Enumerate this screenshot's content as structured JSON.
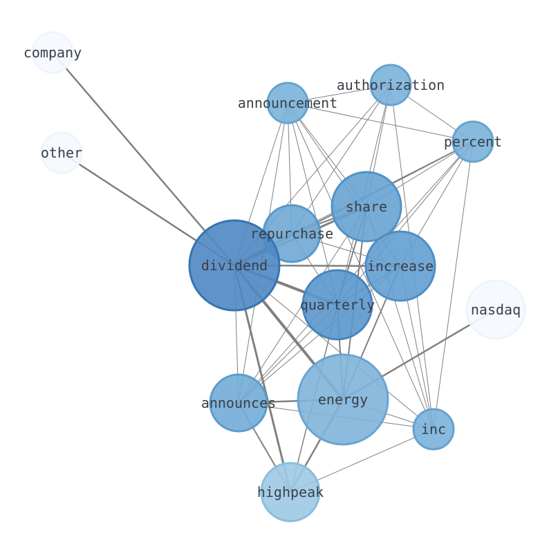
{
  "nodes": [
    {
      "id": "company",
      "label": "company",
      "fill": "#f5f9ff",
      "stroke": "#eef4fc"
    },
    {
      "id": "other",
      "label": "other",
      "fill": "#f5f9ff",
      "stroke": "#eef4fc"
    },
    {
      "id": "nasdaq",
      "label": "nasdaq",
      "fill": "#f5f9ff",
      "stroke": "#eef4fc"
    },
    {
      "id": "highpeak",
      "label": "highpeak",
      "fill": "#9dc9e4",
      "stroke": "#8bbedc"
    },
    {
      "id": "energy",
      "label": "energy",
      "fill": "#7fb4da",
      "stroke": "#6aa5d1"
    },
    {
      "id": "announces",
      "label": "announces",
      "fill": "#72acd7",
      "stroke": "#5b9ccc"
    },
    {
      "id": "inc",
      "label": "inc",
      "fill": "#7ab2da",
      "stroke": "#64a2cf"
    },
    {
      "id": "authorization",
      "label": "authorization",
      "fill": "#7bb3da",
      "stroke": "#65a3cf"
    },
    {
      "id": "announcement",
      "label": "announcement",
      "fill": "#7bb3da",
      "stroke": "#65a3cf"
    },
    {
      "id": "percent",
      "label": "percent",
      "fill": "#7bb3da",
      "stroke": "#65a3cf"
    },
    {
      "id": "repurchase",
      "label": "repurchase",
      "fill": "#6fa9d5",
      "stroke": "#5898ca"
    },
    {
      "id": "share",
      "label": "share",
      "fill": "#68a3d2",
      "stroke": "#5192c6"
    },
    {
      "id": "increase",
      "label": "increase",
      "fill": "#639fd0",
      "stroke": "#4d8ec4"
    },
    {
      "id": "quarterly",
      "label": "quarterly",
      "fill": "#5b97cc",
      "stroke": "#4585be"
    },
    {
      "id": "dividend",
      "label": "dividend",
      "fill": "#4f88c3",
      "stroke": "#3674b3"
    }
  ],
  "edges": [
    {
      "source": "dividend",
      "target": "company",
      "weight": 2.5
    },
    {
      "source": "dividend",
      "target": "other",
      "weight": 2.5
    },
    {
      "source": "dividend",
      "target": "quarterly",
      "weight": 4
    },
    {
      "source": "dividend",
      "target": "energy",
      "weight": 4
    },
    {
      "source": "dividend",
      "target": "highpeak",
      "weight": 3
    },
    {
      "source": "dividend",
      "target": "increase",
      "weight": 2.5
    },
    {
      "source": "dividend",
      "target": "share",
      "weight": 3
    },
    {
      "source": "dividend",
      "target": "repurchase",
      "weight": 2
    },
    {
      "source": "dividend",
      "target": "percent",
      "weight": 2
    },
    {
      "source": "dividend",
      "target": "announces",
      "weight": 1
    },
    {
      "source": "dividend",
      "target": "announcement",
      "weight": 1
    },
    {
      "source": "dividend",
      "target": "authorization",
      "weight": 1
    },
    {
      "source": "dividend",
      "target": "inc",
      "weight": 1
    },
    {
      "source": "energy",
      "target": "nasdaq",
      "weight": 2.5
    },
    {
      "source": "energy",
      "target": "highpeak",
      "weight": 2.5
    },
    {
      "source": "energy",
      "target": "announces",
      "weight": 2.5
    },
    {
      "source": "energy",
      "target": "share",
      "weight": 2
    },
    {
      "source": "energy",
      "target": "increase",
      "weight": 2
    },
    {
      "source": "energy",
      "target": "quarterly",
      "weight": 2
    },
    {
      "source": "energy",
      "target": "inc",
      "weight": 1
    },
    {
      "source": "highpeak",
      "target": "announces",
      "weight": 2
    },
    {
      "source": "highpeak",
      "target": "inc",
      "weight": 1
    },
    {
      "source": "highpeak",
      "target": "quarterly",
      "weight": 1.5
    },
    {
      "source": "announces",
      "target": "inc",
      "weight": 1
    },
    {
      "source": "announces",
      "target": "increase",
      "weight": 1
    },
    {
      "source": "announces",
      "target": "share",
      "weight": 1
    },
    {
      "source": "announces",
      "target": "quarterly",
      "weight": 1
    },
    {
      "source": "announces",
      "target": "announcement",
      "weight": 1
    },
    {
      "source": "announces",
      "target": "percent",
      "weight": 1
    },
    {
      "source": "quarterly",
      "target": "share",
      "weight": 2
    },
    {
      "source": "quarterly",
      "target": "increase",
      "weight": 1.5
    },
    {
      "source": "quarterly",
      "target": "authorization",
      "weight": 1
    },
    {
      "source": "quarterly",
      "target": "announcement",
      "weight": 1
    },
    {
      "source": "quarterly",
      "target": "percent",
      "weight": 1
    },
    {
      "source": "quarterly",
      "target": "repurchase",
      "weight": 1
    },
    {
      "source": "share",
      "target": "repurchase",
      "weight": 2
    },
    {
      "source": "share",
      "target": "authorization",
      "weight": 1
    },
    {
      "source": "share",
      "target": "announcement",
      "weight": 1
    },
    {
      "source": "share",
      "target": "percent",
      "weight": 1
    },
    {
      "source": "share",
      "target": "inc",
      "weight": 1
    },
    {
      "source": "increase",
      "target": "repurchase",
      "weight": 1
    },
    {
      "source": "increase",
      "target": "percent",
      "weight": 1
    },
    {
      "source": "increase",
      "target": "inc",
      "weight": 1
    },
    {
      "source": "increase",
      "target": "announcement",
      "weight": 1
    },
    {
      "source": "repurchase",
      "target": "authorization",
      "weight": 1
    },
    {
      "source": "repurchase",
      "target": "announcement",
      "weight": 1
    },
    {
      "source": "repurchase",
      "target": "percent",
      "weight": 1
    },
    {
      "source": "announcement",
      "target": "authorization",
      "weight": 1
    },
    {
      "source": "announcement",
      "target": "percent",
      "weight": 1
    },
    {
      "source": "announcement",
      "target": "inc",
      "weight": 1
    },
    {
      "source": "authorization",
      "target": "percent",
      "weight": 1
    },
    {
      "source": "authorization",
      "target": "inc",
      "weight": 1
    },
    {
      "source": "percent",
      "target": "inc",
      "weight": 1
    }
  ]
}
